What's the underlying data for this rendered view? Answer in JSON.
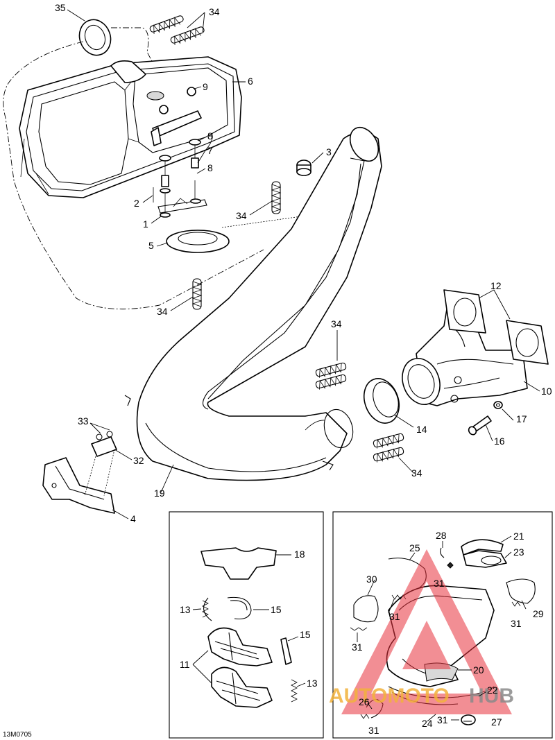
{
  "drawing_code": "13M0705",
  "callouts": {
    "c35": "35",
    "c34a": "34",
    "c6": "6",
    "c9": "9",
    "c8a": "8",
    "c7": "7",
    "c8b": "8",
    "c3": "3",
    "c2": "2",
    "c1": "1",
    "c5": "5",
    "c34b": "34",
    "c34c": "34",
    "c34d": "34",
    "c12": "12",
    "c10": "10",
    "c14": "14",
    "c17": "17",
    "c16": "16",
    "c34e": "34",
    "c33": "33",
    "c32": "32",
    "c19": "19",
    "c4": "4",
    "c18": "18",
    "c13a": "13",
    "c15a": "15",
    "c15b": "15",
    "c11": "11",
    "c13b": "13",
    "c28": "28",
    "c21": "21",
    "c25": "25",
    "c23": "23",
    "c30": "30",
    "c31a": "31",
    "c31b": "31",
    "c29": "29",
    "c31c": "31",
    "c31d": "31",
    "c20": "20",
    "c26": "26",
    "c22": "22",
    "c31e": "31",
    "c24": "24",
    "c27": "27",
    "c31f": "31"
  },
  "watermark": {
    "part1": "AUTOMOTO",
    "part2": "HUB",
    "colors": {
      "triangle": "#e8323c",
      "text_orange": "#f2b23c",
      "text_gray": "#8a8a8a"
    }
  }
}
